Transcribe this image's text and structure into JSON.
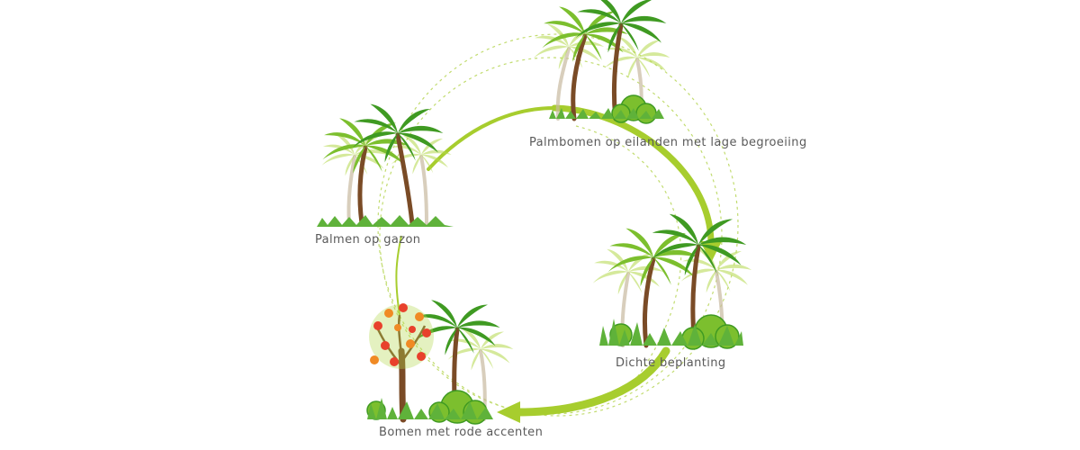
{
  "diagram": {
    "colors": {
      "arrow": "#a7cd2e",
      "dashed": "#c2dc70",
      "frond_light": "#b3d84a",
      "frond_mid": "#7cbf2e",
      "frond_dark": "#3f9a22",
      "trunk": "#7a4b26",
      "trunk_pale": "#c8b9a0",
      "grass": "#5fb23a",
      "flower_red": "#e8412c",
      "flower_orange": "#f08a24"
    },
    "stages": [
      {
        "id": "palmbomen",
        "label": "Palmbomen op eilanden met lage begroeiing",
        "icon": "palm-island-with-shrubs-icon"
      },
      {
        "id": "gazon",
        "label": "Palmen op gazon",
        "icon": "palms-on-lawn-icon"
      },
      {
        "id": "dichte",
        "label": "Dichte beplanting",
        "icon": "dense-planting-icon"
      },
      {
        "id": "rode",
        "label": "Bomen met rode accenten",
        "icon": "tree-with-red-accents-icon"
      }
    ]
  }
}
